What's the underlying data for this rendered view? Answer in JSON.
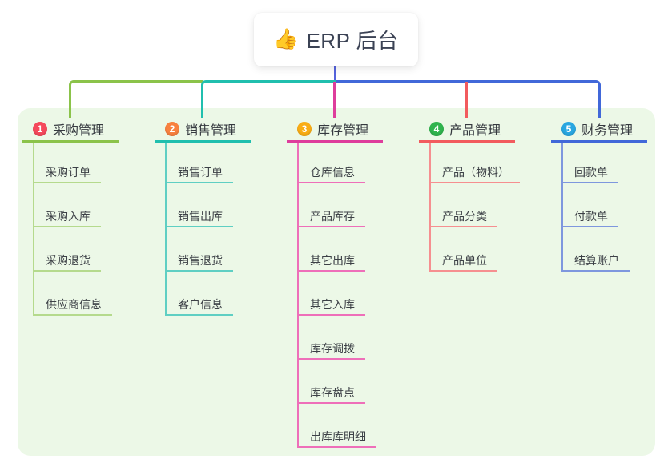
{
  "title": {
    "icon_name": "thumbs-up-icon",
    "icon_glyph": "👍",
    "label": "ERP 后台"
  },
  "colors": {
    "background": "#ffffff",
    "panel": "#ecf8e7",
    "root_connector": "#5563dd",
    "root_text": "#3b4254"
  },
  "branches": [
    {
      "num": "1",
      "label": "采购管理",
      "badge_color": "#f5495c",
      "line_color": "#8bc34a",
      "child_line_color": "#b5da8d",
      "children": [
        "采购订单",
        "采购入库",
        "采购退货",
        "供应商信息"
      ]
    },
    {
      "num": "2",
      "label": "销售管理",
      "badge_color": "#f8813f",
      "line_color": "#20bfae",
      "child_line_color": "#5fcfc3",
      "children": [
        "销售订单",
        "销售出库",
        "销售退货",
        "客户信息"
      ]
    },
    {
      "num": "3",
      "label": "库存管理",
      "badge_color": "#f9ad15",
      "line_color": "#de3d9c",
      "child_line_color": "#ee6fb9",
      "children": [
        "仓库信息",
        "产品库存",
        "其它出库",
        "其它入库",
        "库存调拨",
        "库存盘点",
        "出库库明细"
      ]
    },
    {
      "num": "4",
      "label": "产品管理",
      "badge_color": "#30b44e",
      "line_color": "#f25b5e",
      "child_line_color": "#f68f90",
      "children": [
        "产品（物料）",
        "产品分类",
        "产品单位"
      ]
    },
    {
      "num": "5",
      "label": "财务管理",
      "badge_color": "#29a7e1",
      "line_color": "#4168d9",
      "child_line_color": "#7e97de",
      "children": [
        "回款单",
        "付款单",
        "结算账户"
      ]
    }
  ]
}
